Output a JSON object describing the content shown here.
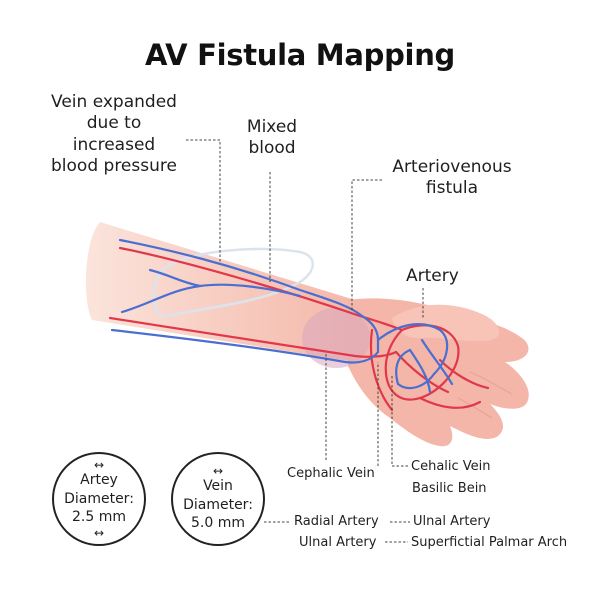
{
  "title": "AV Fistula Mapping",
  "labels": {
    "vein_expanded": [
      "Vein expanded",
      "due to",
      "increased",
      "blood pressure"
    ],
    "mixed_blood": [
      "Mixed",
      "blood"
    ],
    "av_fistula": [
      "Arteriovenous",
      "fistula"
    ],
    "artery": "Artery",
    "cephalic_vein_left": "Cephalic Vein",
    "cephalic_vein_right": "Cehalic Vein",
    "basilic_vein": "Basilic Bein",
    "radial_artery": "Radial Artery",
    "ulnal_artery_right": "Ulnal Artery",
    "ulnal_artery_left": "Ulnal Artery",
    "palmar_arch": "Superfictial Palmar Arch"
  },
  "circles": {
    "artery": {
      "line1": "Artey",
      "line2": "Diameter:",
      "value": "2.5 mm"
    },
    "vein": {
      "line1": "Vein",
      "line2": "Diameter:",
      "value": "5.0 mm"
    }
  },
  "colors": {
    "artery": "#e0384a",
    "vein": "#4a6fd1",
    "skin": "#f6c0b4",
    "skin_light": "#fbe3dc",
    "fistula": "#c9a8c8"
  }
}
